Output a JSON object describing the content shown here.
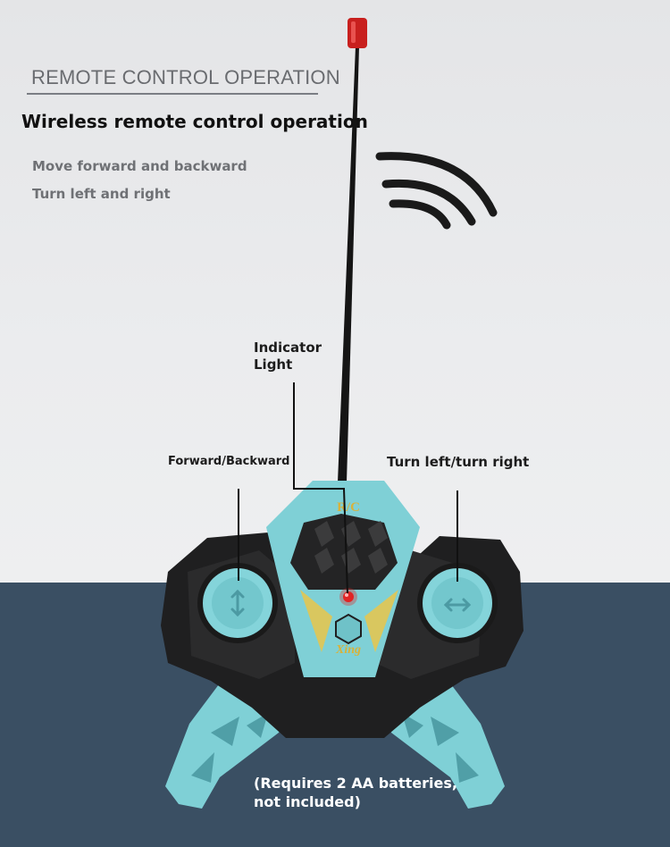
{
  "section_title": "REMOTE CONTROL OPERATION",
  "headline": "Wireless remote control operation",
  "features": [
    "Move forward and backward",
    "Turn left and right"
  ],
  "callouts": {
    "indicator": "Indicator Light",
    "indicator_line1": "Indicator",
    "indicator_line2": "Light",
    "forward_backward": "Forward/Backward",
    "turn": "Turn left/turn right"
  },
  "battery_note": "(Requires 2 AA batteries, not included)",
  "controller_logo": "R/C",
  "controller_script": "Xing",
  "icons": [
    "antenna-icon",
    "wireless-signal-icon",
    "indicator-light-icon",
    "up-down-arrow-icon",
    "left-right-arrow-icon"
  ],
  "colors": {
    "controller_body": "#1f1f20",
    "controller_accent": "#7fd0d6",
    "indicator_light": "#e02424",
    "antenna_tip": "#c8201e",
    "lower_background": "#3a4f63"
  }
}
